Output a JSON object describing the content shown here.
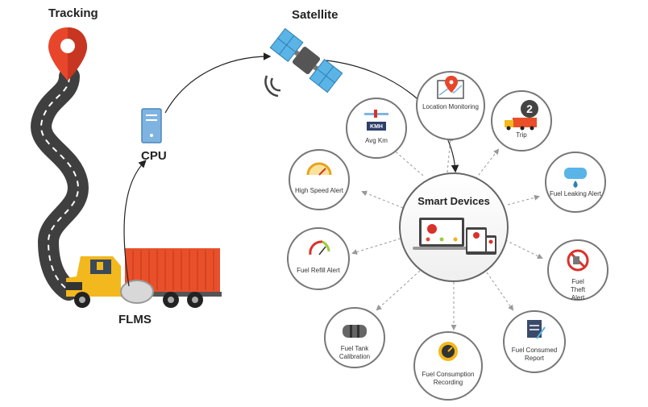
{
  "labels": {
    "tracking": "Tracking",
    "satellite": "Satellite",
    "cpu": "CPU",
    "flms": "FLMS",
    "hub": "Smart Devices",
    "speedometer_badge": "KMH"
  },
  "features": [
    {
      "key": "location",
      "label": "Location Monitoring",
      "icon": "map-pin-icon"
    },
    {
      "key": "trip",
      "label": "Trip",
      "icon": "trip-truck-icon"
    },
    {
      "key": "fuel_leak",
      "label": "Fuel Leaking Alert",
      "icon": "fuel-drop-icon"
    },
    {
      "key": "fuel_theft",
      "label": "Fuel Theft Alert",
      "icon": "no-theft-icon"
    },
    {
      "key": "fuel_consumed",
      "label": "Fuel Consumed Report",
      "icon": "report-icon"
    },
    {
      "key": "fuel_consumption",
      "label": "Fuel Consumption Recording",
      "icon": "gauge-icon"
    },
    {
      "key": "tank_calibration",
      "label": "Fuel Tank Calibration",
      "icon": "fuel-tank-icon"
    },
    {
      "key": "fuel_refill",
      "label": "Fuel Refill Alert",
      "icon": "fuel-meter-icon"
    },
    {
      "key": "high_speed",
      "label": "High Speed Alert",
      "icon": "speed-gauge-icon"
    },
    {
      "key": "avg_km",
      "label": "Avg Km",
      "icon": "speedometer-icon"
    }
  ],
  "colors": {
    "road": "#3f3f3f",
    "pin": "#e8462b",
    "truck_cab": "#f3b81d",
    "container": "#e9502a",
    "accent_red": "#d9322b",
    "satellite_panel": "#5ab4e6"
  }
}
